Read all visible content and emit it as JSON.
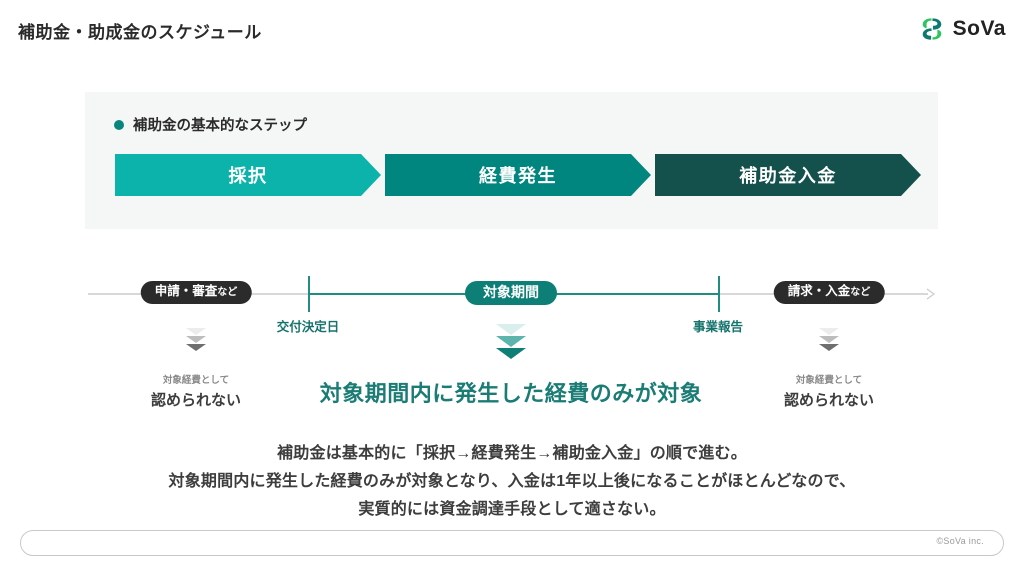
{
  "header": {
    "title": "補助金・助成金のスケジュール",
    "brand_name": "SoVa",
    "brand_mark_icon": "sova-logo-icon",
    "brand_color": "#22b14c"
  },
  "steps_panel": {
    "heading": "補助金の基本的なステップ",
    "bullet_icon": "bullet-dot-icon",
    "steps": [
      {
        "label": "採択",
        "color": "#0cb3ab"
      },
      {
        "label": "経費発生",
        "color": "#01867f"
      },
      {
        "label": "補助金入金",
        "color": "#14514c"
      }
    ]
  },
  "timeline": {
    "line_color": "#d8d8d8",
    "active_color": "#1f8d86",
    "end_arrow_icon": "arrow-right-icon",
    "ticks": [
      {
        "label": "交付決定日"
      },
      {
        "label": "事業報告"
      }
    ],
    "phases": [
      {
        "label": "申請・審査",
        "suffix": "など",
        "style": "dark"
      },
      {
        "label": "対象期間",
        "suffix": "",
        "style": "teal"
      },
      {
        "label": "請求・入金",
        "suffix": "など",
        "style": "dark"
      }
    ],
    "arrows_icon": "chevron-down-stack-icon",
    "notes": [
      {
        "small": "対象経費として",
        "big": "認められない"
      },
      {
        "small": "対象経費として",
        "big": "認められない"
      }
    ],
    "center_note": "対象期間内に発生した経費のみが対象"
  },
  "summary": {
    "lines": [
      "補助金は基本的に「採択→経費発生→補助金入金」の順で進む。",
      "対象期間内に発生した経費のみが対象となり、入金は1年以上後になることがほとんどなので、",
      "実質的には資金調達手段として適さない。"
    ]
  },
  "footer": {
    "copyright": "©SoVa inc."
  }
}
